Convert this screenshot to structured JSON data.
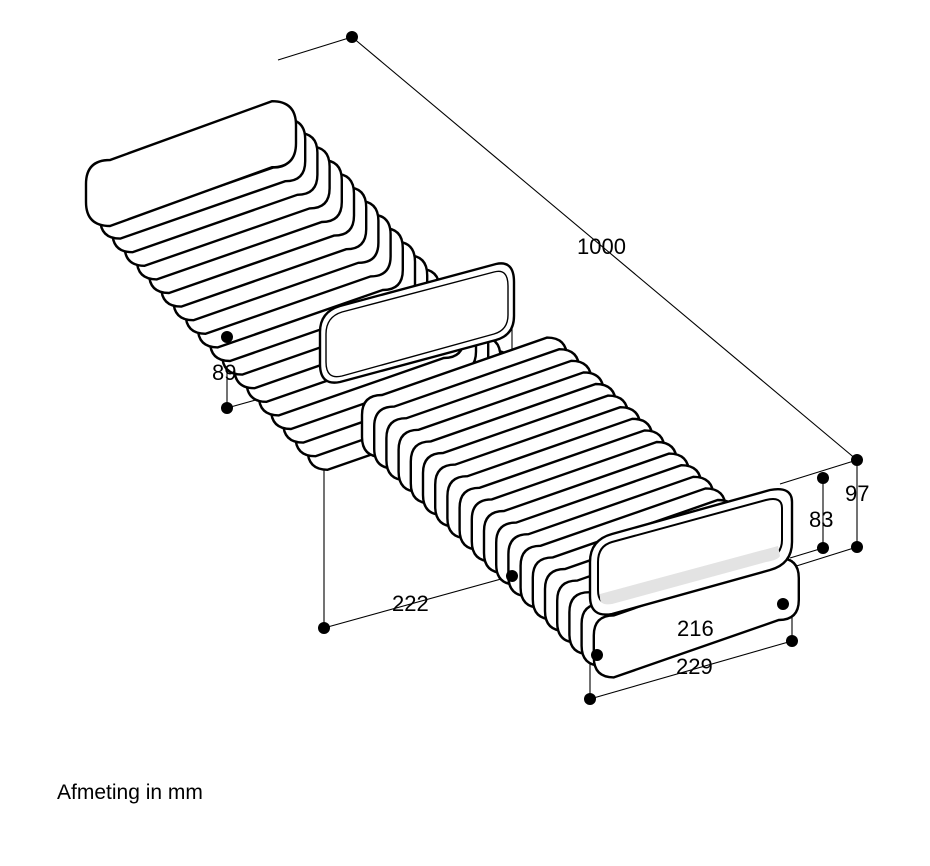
{
  "dimensions": {
    "length": "1000",
    "outer_height": "97",
    "inner_height": "83",
    "inner_width": "216",
    "outer_width": "229",
    "connector_length": "222",
    "connector_height": "89"
  },
  "caption": "Afmeting in mm"
}
